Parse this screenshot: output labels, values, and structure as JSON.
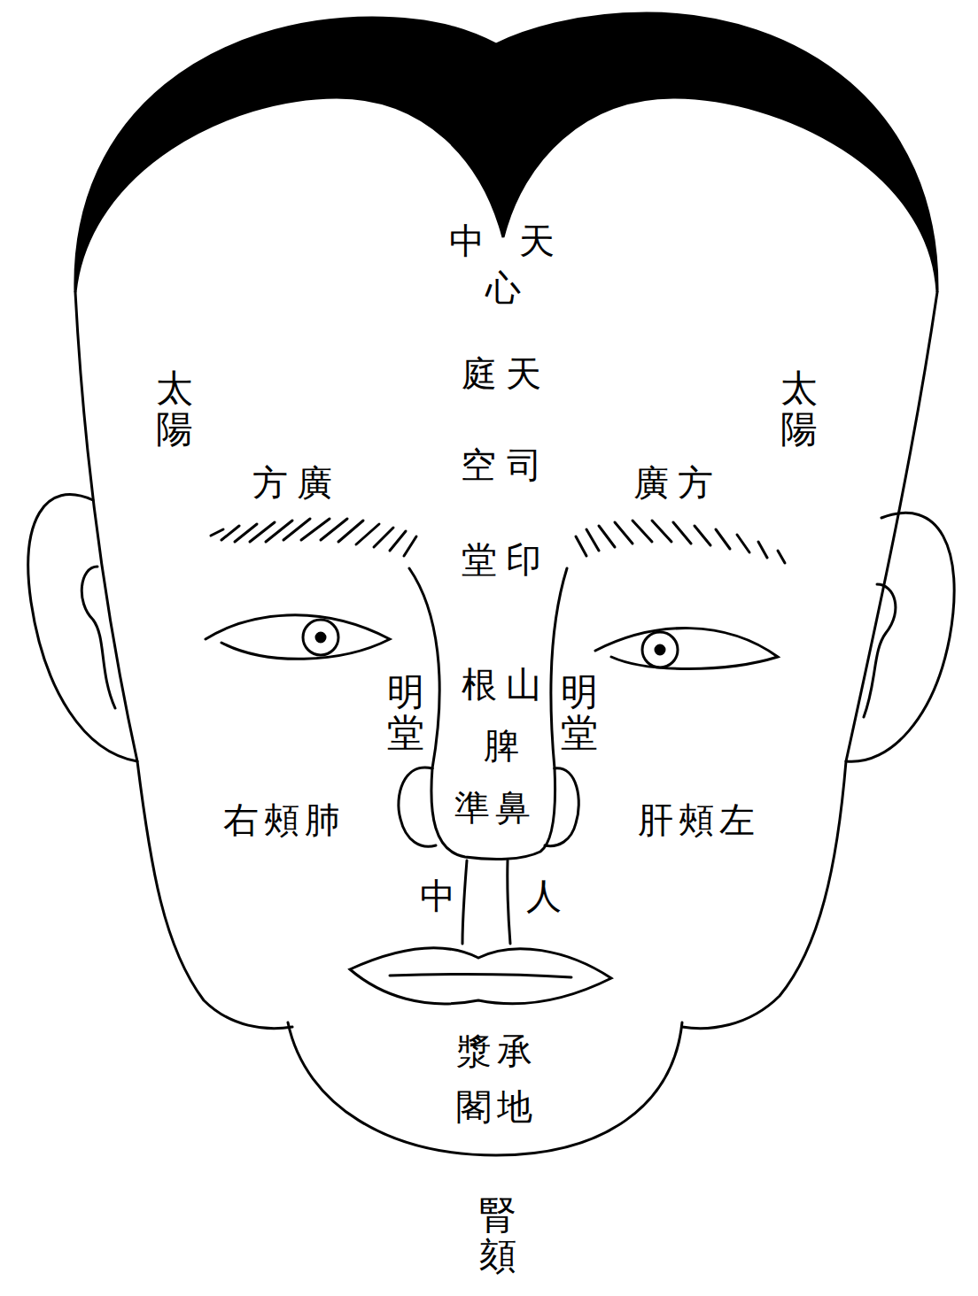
{
  "diagram": {
    "labels": [
      "中天",
      "心",
      "太陽",
      "庭天",
      "太陽",
      "方廣",
      "空司",
      "廣方",
      "堂印",
      "明堂",
      "根山",
      "明堂",
      "脾",
      "右頰肺",
      "準鼻",
      "肝頰左",
      "中",
      "人",
      "漿承",
      "閣地",
      "腎頦"
    ]
  }
}
